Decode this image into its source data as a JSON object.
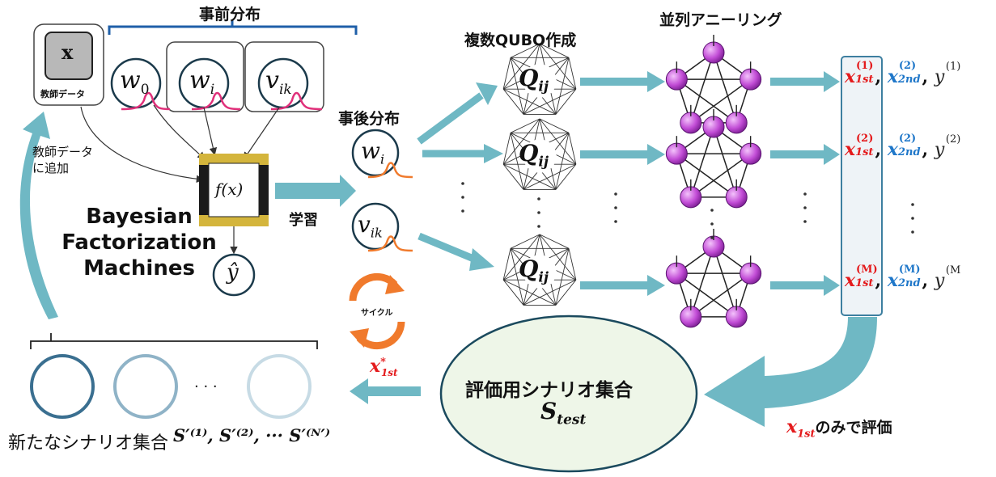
{
  "prior": {
    "title": "事前分布",
    "w0": "w",
    "w0_sub": "0",
    "wi": "w",
    "wi_sub": "i",
    "vik": "v",
    "vik_sub": "ik"
  },
  "teacher": {
    "box_label": "x",
    "caption": "教師データ",
    "add_line1": "教師データ",
    "add_line2": "に追加"
  },
  "model": {
    "fx": "f(x)",
    "yhat": "ŷ",
    "line1": "Bayesian",
    "line2": "Factorization",
    "line3": "Machines"
  },
  "learning": {
    "label": "学習"
  },
  "posterior": {
    "title": "事後分布",
    "wi": "w",
    "wi_sub": "i",
    "vik": "v",
    "vik_sub": "ik"
  },
  "qubo": {
    "title": "複数QUBO作成",
    "q": "Q",
    "q_sub": "ij"
  },
  "annealing": {
    "title": "並列アニーリング"
  },
  "results": {
    "rows": [
      {
        "x1_sup": "(1)",
        "x2_sup": "(2)",
        "y_sup": "(1)"
      },
      {
        "x1_sup": "(2)",
        "x2_sup": "(2)",
        "y_sup": "(2)"
      },
      {
        "x1_sup": "(M)",
        "x2_sup": "(M)",
        "y_sup": "(M"
      }
    ],
    "x": "x",
    "x1_sub": "1st",
    "x2_sub": "2nd",
    "y": "y",
    "sep": ","
  },
  "cycle": {
    "label": "サイクル"
  },
  "evaluation": {
    "title": "評価用シナリオ集合",
    "s": "S",
    "s_sub": "test",
    "note_suffix": "のみで評価",
    "note_x": "x",
    "note_sub": "1st"
  },
  "xstar": {
    "x": "x",
    "sup": "*",
    "sub": "1st"
  },
  "scenarios": {
    "caption": "新たなシナリオ集合",
    "formula": "S′⁽¹⁾, S′⁽²⁾, ··· S′⁽ᴺ′⁾",
    "dots": "· · ·"
  },
  "colors": {
    "teal": "#6fb8c4",
    "orange": "#f07a2c",
    "magenta": "#e0307a",
    "node": "#c24dd6"
  }
}
